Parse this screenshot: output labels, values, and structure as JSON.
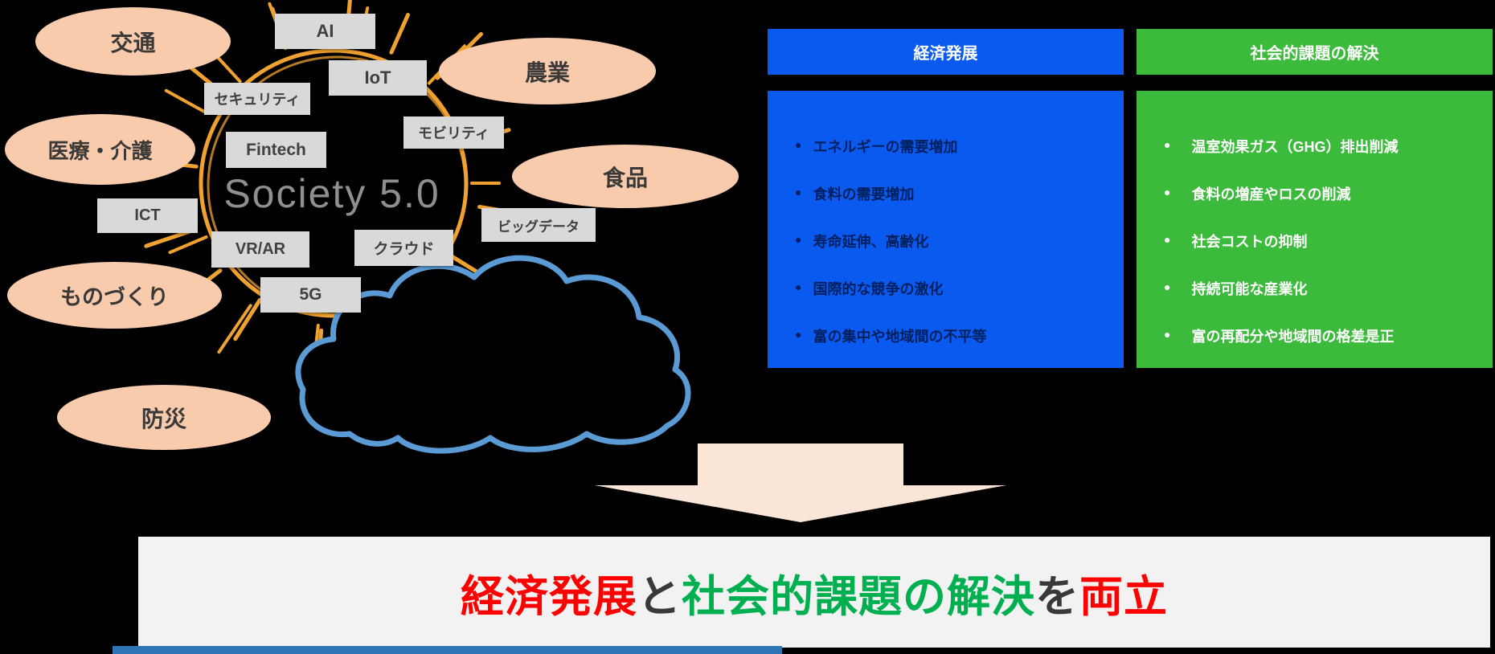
{
  "sun_diagram": {
    "title": "Society 5.0",
    "tech_labels": [
      "AI",
      "IoT",
      "セキュリティ",
      "Fintech",
      "モビリティ",
      "ICT",
      "VR/AR",
      "クラウド",
      "ビッグデータ",
      "5G"
    ],
    "sector_labels": [
      "交通",
      "農業",
      "医療・介護",
      "食品",
      "ものづくり",
      "防災"
    ]
  },
  "economic_panel": {
    "title": "経済発展",
    "items": [
      "エネルギーの需要増加",
      "食料の需要増加",
      "寿命延伸、高齢化",
      "国際的な競争の激化",
      "富の集中や地域間の不平等"
    ]
  },
  "social_panel": {
    "title": "社会的課題の解決",
    "items": [
      "温室効果ガス（GHG）排出削減",
      "食料の増産やロスの削減",
      "社会コストの抑制",
      "持続可能な産業化",
      "富の再配分や地域間の格差是正"
    ]
  },
  "banner": {
    "part_economic": "経済発展",
    "part_and": "と",
    "part_social": "社会的課題の解決",
    "part_wo": "を",
    "part_both": "両立"
  },
  "colors": {
    "economic_blue": "#0a5af0",
    "social_green": "#3cba3c",
    "banner_red": "#ff0000",
    "banner_green": "#00b050",
    "banner_dark": "#3b3838",
    "banner_bg": "#f2f2f2",
    "sun_orange": "#f0a230",
    "cloud_blue": "#5b9bd5",
    "sector_peach": "#f8cbad",
    "tech_gray": "#d9d9d9",
    "arrow_peach": "#fbe5d6",
    "bottom_line_blue": "#2e75b6"
  }
}
